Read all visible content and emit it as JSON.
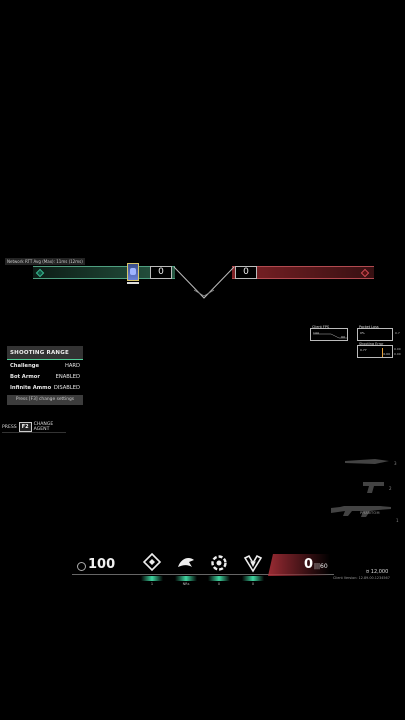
{
  "network": {
    "text": "Network RTT Avg (Max): 11ms (12ms)"
  },
  "scoreboard": {
    "left_score": "0",
    "right_score": "0"
  },
  "shooting_range": {
    "title": "SHOOTING RANGE",
    "rows": [
      {
        "key": "Challenge",
        "value": "HARD"
      },
      {
        "key": "Bot Armor",
        "value": "ENABLED"
      },
      {
        "key": "Infinite Ammo",
        "value": "DISABLED"
      }
    ],
    "hint": "Press [F3] change settings"
  },
  "change_agent": {
    "press": "PRESS",
    "key": "F2",
    "label": "CHANGE AGENT"
  },
  "debug": {
    "client_fps": {
      "label": "Client FPS",
      "v1": "144",
      "v2": "60"
    },
    "packet_loss": {
      "label": "Packet Loss",
      "v1": "0%"
    },
    "shooting_error": {
      "label": "Shooting Error",
      "v1": "0.77",
      "v2": "0.00"
    },
    "side_values": [
      "0.7",
      "0.00",
      "0.00"
    ]
  },
  "weapons": {
    "primary_name": "PHANTOM",
    "slots": [
      "1",
      "2",
      "3"
    ]
  },
  "hud": {
    "health": "100",
    "abilities": [
      {
        "icon": "sky-drone-icon",
        "label": "1"
      },
      {
        "icon": "guiding-light-icon",
        "label": "NRs"
      },
      {
        "icon": "trailblazer-icon",
        "label": "0"
      },
      {
        "icon": "seekers-icon",
        "label": "0"
      }
    ],
    "ammo": {
      "magazine": "0",
      "separator": "|||",
      "reserve": "60"
    },
    "credits": "¤ 12,000",
    "client_version": "Client Version: 12.89.00.1234567"
  },
  "colors": {
    "ally": "#3ab88f",
    "enemy": "#c8404a",
    "ability_accent": "#3fd5a0"
  }
}
